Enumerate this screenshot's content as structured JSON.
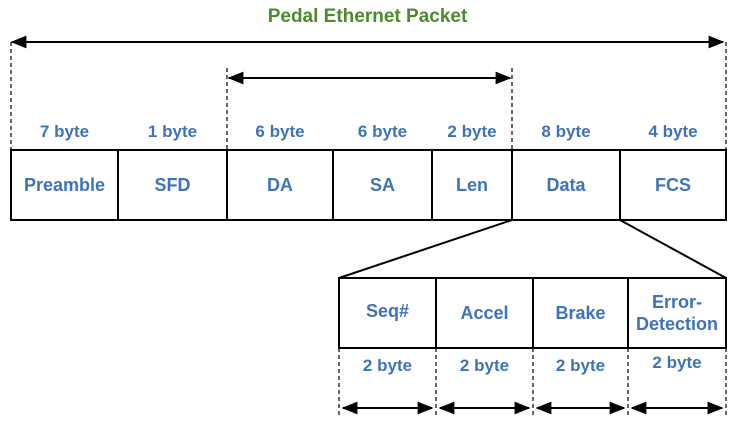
{
  "title": "Pedal Ethernet Packet",
  "colors": {
    "title": "#4e8a2a",
    "label": "#3f73b9",
    "line": "#000000"
  },
  "top_row": {
    "fields": [
      {
        "name": "Preamble",
        "size": "7 byte"
      },
      {
        "name": "SFD",
        "size": "1 byte"
      },
      {
        "name": "DA",
        "size": "6 byte"
      },
      {
        "name": "SA",
        "size": "6 byte"
      },
      {
        "name": "Len",
        "size": "2 byte"
      },
      {
        "name": "Data",
        "size": "8 byte"
      },
      {
        "name": "FCS",
        "size": "4 byte"
      }
    ]
  },
  "data_row": {
    "fields": [
      {
        "name": "Seq#",
        "size": "2 byte"
      },
      {
        "name": "Accel",
        "size": "2 byte"
      },
      {
        "name": "Brake",
        "size": "2 byte"
      },
      {
        "name": "Error-\nDetection",
        "size": "2 byte"
      }
    ]
  }
}
